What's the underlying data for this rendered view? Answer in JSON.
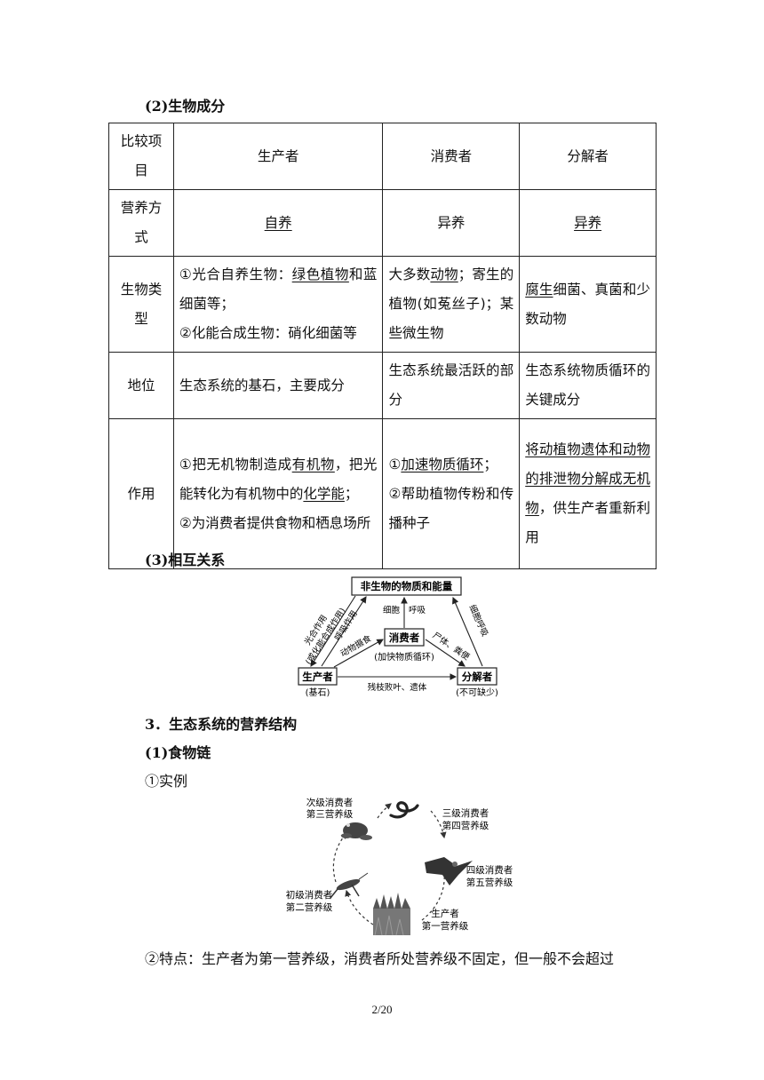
{
  "section_biological": "(2)生物成分",
  "table": {
    "headers": [
      "比较项目",
      "生产者",
      "消费者",
      "分解者"
    ],
    "rows": [
      {
        "item": "营养方式",
        "producer": [
          {
            "t": "自养",
            "u": true
          }
        ],
        "consumer": [
          {
            "t": "异养",
            "u": false
          }
        ],
        "decomposer": [
          {
            "t": "异养",
            "u": true
          }
        ]
      },
      {
        "item": "生物类型",
        "producer": [
          {
            "t": "①光合自养生物：",
            "u": false
          },
          {
            "t": "绿色植物",
            "u": true
          },
          {
            "t": "和蓝细菌等；",
            "u": false
          },
          {
            "br": true
          },
          {
            "t": "②化能合成生物：硝化细菌等",
            "u": false
          }
        ],
        "consumer": [
          {
            "t": "大多数",
            "u": false
          },
          {
            "t": "动物",
            "u": true
          },
          {
            "t": "；寄生的植物(如菟丝子)；某些微生物",
            "u": false
          }
        ],
        "decomposer": [
          {
            "t": "腐生",
            "u": true
          },
          {
            "t": "细菌、真菌和少数动物",
            "u": false
          }
        ]
      },
      {
        "item": "地位",
        "producer": [
          {
            "t": "生态系统的基石，主要成分",
            "u": false
          }
        ],
        "consumer": [
          {
            "t": "生态系统最活跃的部分",
            "u": false
          }
        ],
        "decomposer": [
          {
            "t": "生态系统物质循环的关键成分",
            "u": false
          }
        ]
      },
      {
        "item": "作用",
        "producer": [
          {
            "t": "①把无机物制造成",
            "u": false
          },
          {
            "t": "有机物",
            "u": true
          },
          {
            "t": "，把光能转化为有机物中的",
            "u": false
          },
          {
            "t": "化学能",
            "u": true
          },
          {
            "t": "；",
            "u": false
          },
          {
            "br": true
          },
          {
            "t": "②为消费者提供食物和栖息场所",
            "u": false
          }
        ],
        "consumer": [
          {
            "t": "①",
            "u": false
          },
          {
            "t": "加速物质循环",
            "u": true
          },
          {
            "t": "；",
            "u": false
          },
          {
            "br": true
          },
          {
            "t": "②帮助植物传粉和传播种子",
            "u": false
          }
        ],
        "decomposer": [
          {
            "t": "将动植物遗体和动物的排泄物分解成无机物",
            "u": true
          },
          {
            "t": "，供生产者重新利用",
            "u": false
          }
        ]
      }
    ]
  },
  "section_relation": "(3)相互关系",
  "relation_diagram": {
    "top_box": "非生物的物质和能量",
    "producer_box": "生产者",
    "producer_note": "(基石)",
    "consumer_box": "消费者",
    "consumer_note": "(加快物质循环)",
    "decomposer_box": "分解者",
    "decomposer_note": "(不可缺少)",
    "left_label_1": "光合作用",
    "left_label_2": "(或化能合成作用)",
    "inner_label_1": "呼吸作用",
    "inner_label_2": "动物摄食",
    "center_label_1": "细胞",
    "center_label_2": "呼吸",
    "right_label": "细胞呼吸",
    "consumer_to_decomposer": "尸体、粪便",
    "bottom_label": "残枝败叶、遗体"
  },
  "section_3": "3．生态系统的营养结构",
  "section_food_chain": "(1)食物链",
  "section_example": "①实例",
  "food_chain": {
    "secondary": [
      "次级消费者",
      "第三营养级"
    ],
    "tertiary": [
      "三级消费者",
      "第四营养级"
    ],
    "quaternary": [
      "四级消费者",
      "第五营养级"
    ],
    "primary": [
      "初级消费者",
      "第二营养级"
    ],
    "producer": [
      "生产者",
      "第一营养级"
    ]
  },
  "feature_text": "②特点：生产者为第一营养级，消费者所处营养级不固定，但一般不会超过",
  "page_number": "2/20"
}
